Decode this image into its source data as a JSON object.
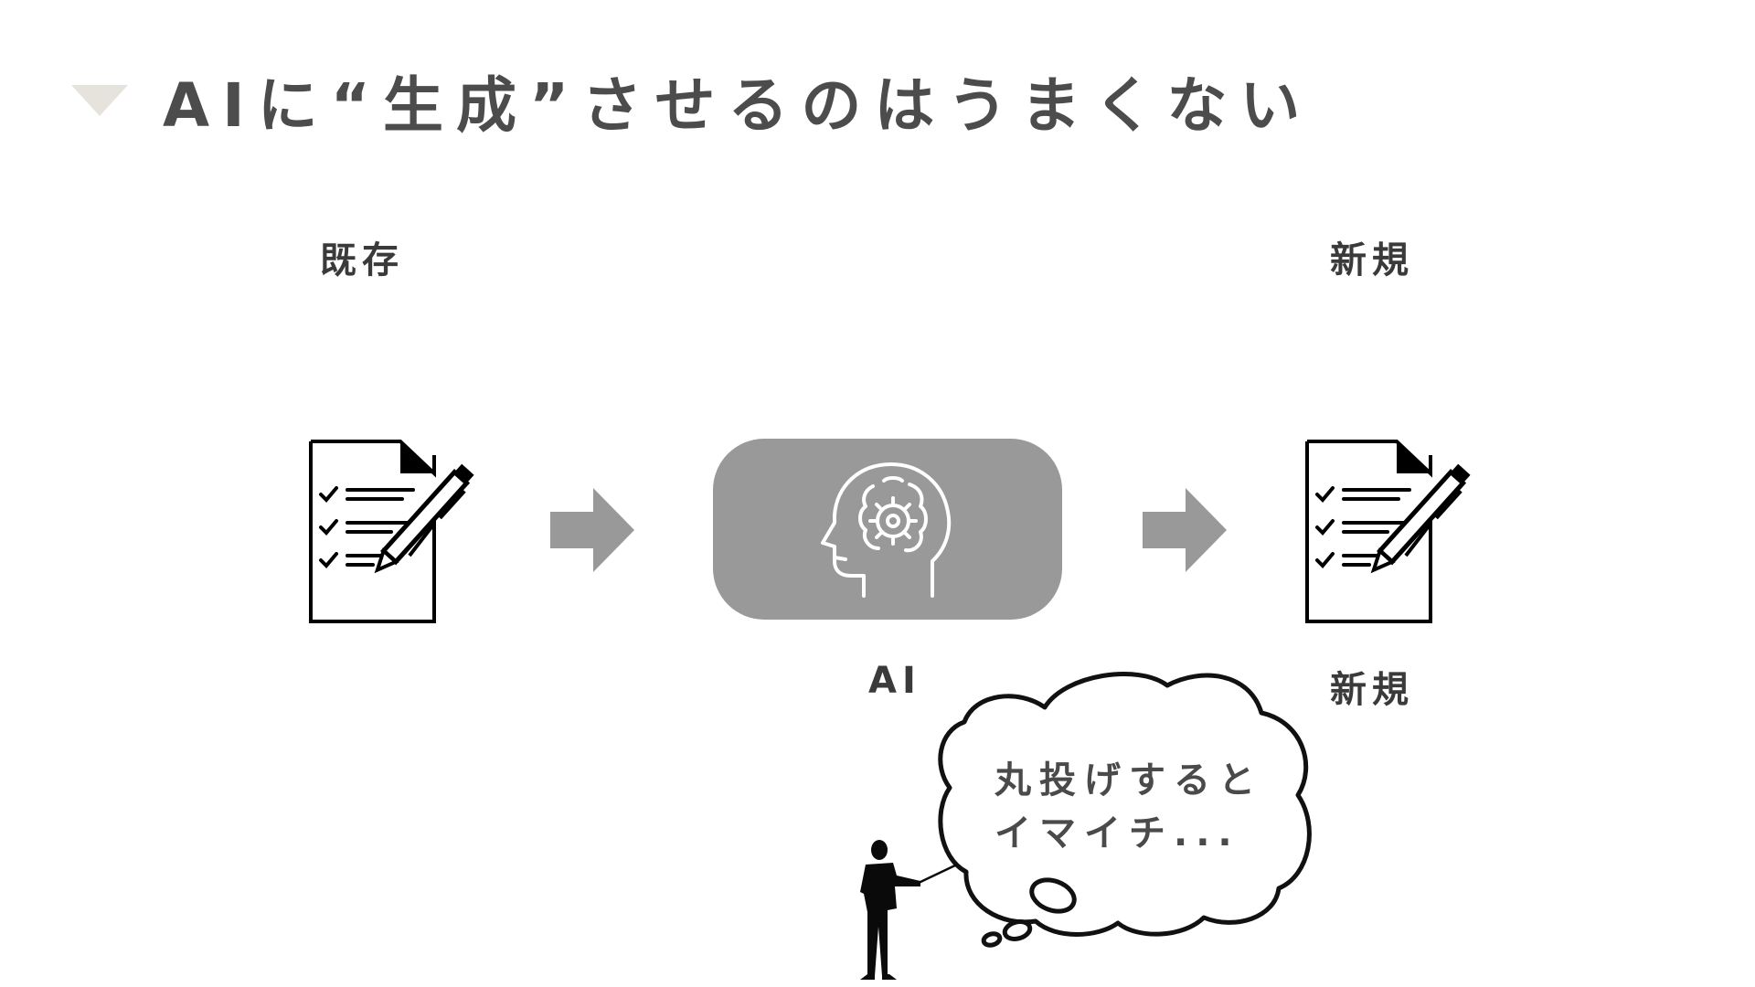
{
  "title": "AIに“生成”させるのはうまくない",
  "labels": {
    "existing": "既存",
    "new_top": "新規",
    "ai": "AI",
    "new_bottom": "新規"
  },
  "thought_bubble": {
    "line1": "丸投げすると",
    "line2": "イマイチ..."
  },
  "colors": {
    "title_marker": "#e6e3dc",
    "arrow": "#999999",
    "ai_box": "#999999",
    "text": "#4a4a4a"
  },
  "icons": {
    "title_marker": "triangle-down-icon",
    "doc": "checklist-document-pen-icon",
    "arrow": "arrow-right-icon",
    "ai": "brain-head-gear-icon",
    "thought": "thought-bubble",
    "person": "presenter-silhouette"
  }
}
